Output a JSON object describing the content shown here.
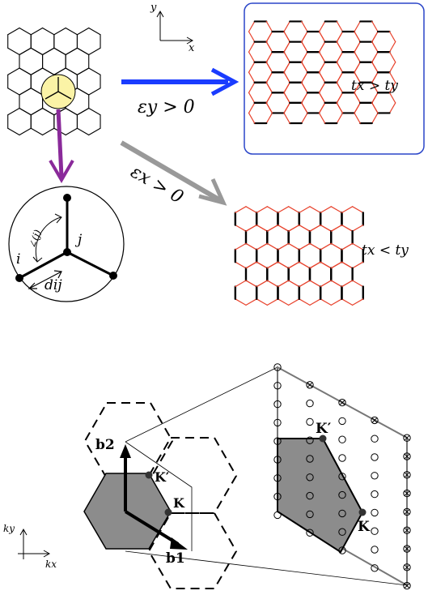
{
  "axes_top": {
    "x": "x",
    "y": "y"
  },
  "strain_y": {
    "label": "εy > 0",
    "result": "tx > ty"
  },
  "strain_x": {
    "label": "εx > 0",
    "result": "tx < ty"
  },
  "bond": {
    "i": "i",
    "j": "j",
    "d": "dij",
    "angle": "∠(j)"
  },
  "axes_bottom": {
    "x": "kx",
    "y": "ky"
  },
  "bz_labels": {
    "b1": "b1",
    "b2": "b2",
    "K": "K",
    "Kp": "K′",
    "K_zoom": "K",
    "Kp_zoom": "K′"
  },
  "colors": {
    "blue": "#1a3cff",
    "purple": "#8a2a9a",
    "gray": "#999999",
    "red": "#e8432d",
    "fill_gray": "#8c8c8c",
    "yellow": "#fbf3a6",
    "frame_blue": "#2a45c8"
  }
}
